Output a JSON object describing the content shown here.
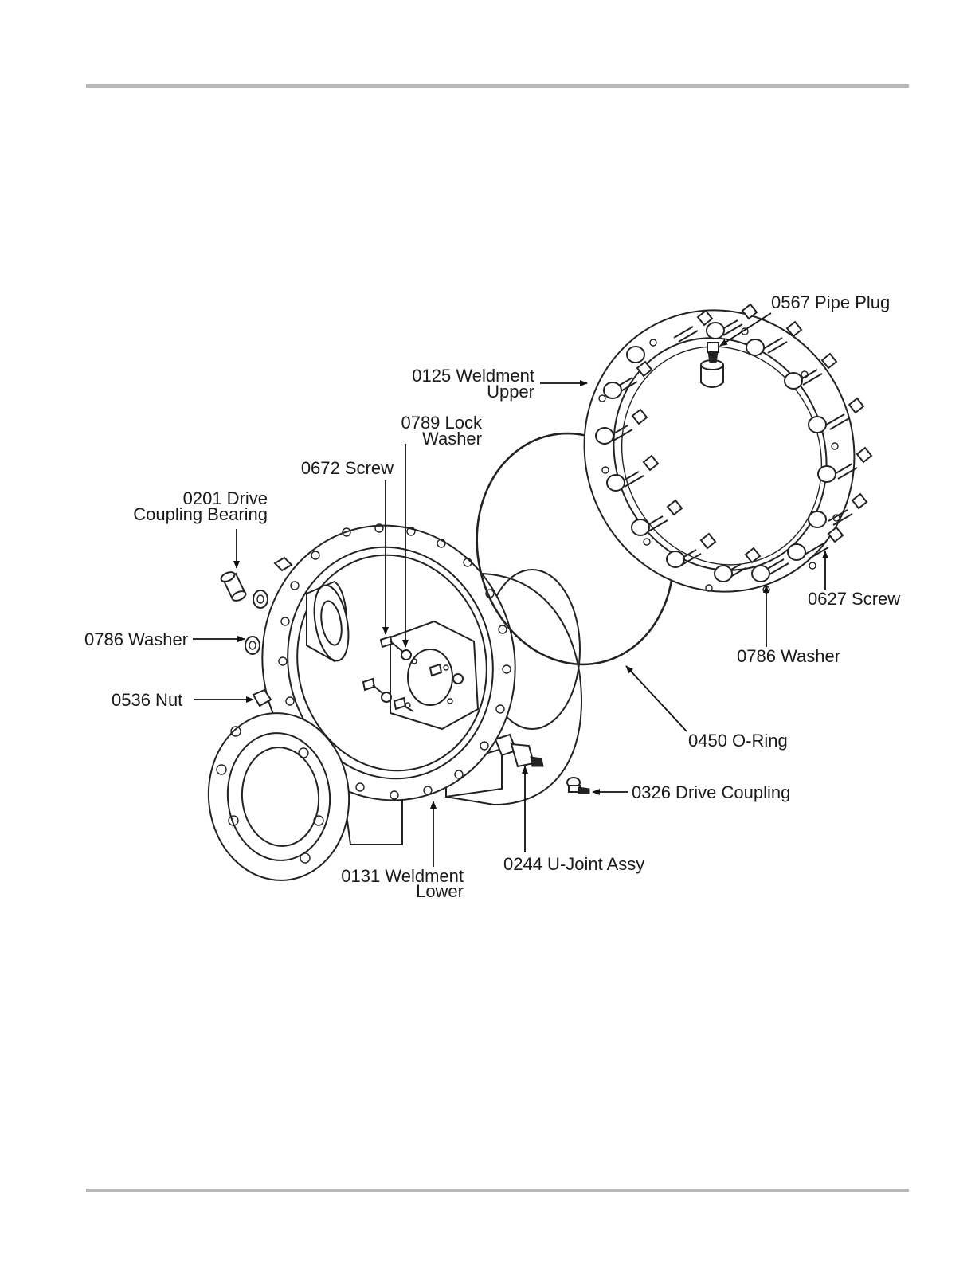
{
  "labels": {
    "pipe_plug": "0567 Pipe Plug",
    "weldment_upper_1": "0125 Weldment",
    "weldment_upper_2": "Upper",
    "lock_washer_1": "0789 Lock",
    "lock_washer_2": "Washer",
    "screw_0672": "0672 Screw",
    "drive_bearing_1": "0201 Drive",
    "drive_bearing_2": "Coupling Bearing",
    "washer_left": "0786 Washer",
    "nut": "0536 Nut",
    "screw_0627": "0627 Screw",
    "washer_right": "0786 Washer",
    "o_ring": "0450 O-Ring",
    "drive_coupling": "0326 Drive Coupling",
    "u_joint": "0244 U-Joint Assy",
    "weldment_lower_1": "0131 Weldment",
    "weldment_lower_2": "Lower"
  }
}
